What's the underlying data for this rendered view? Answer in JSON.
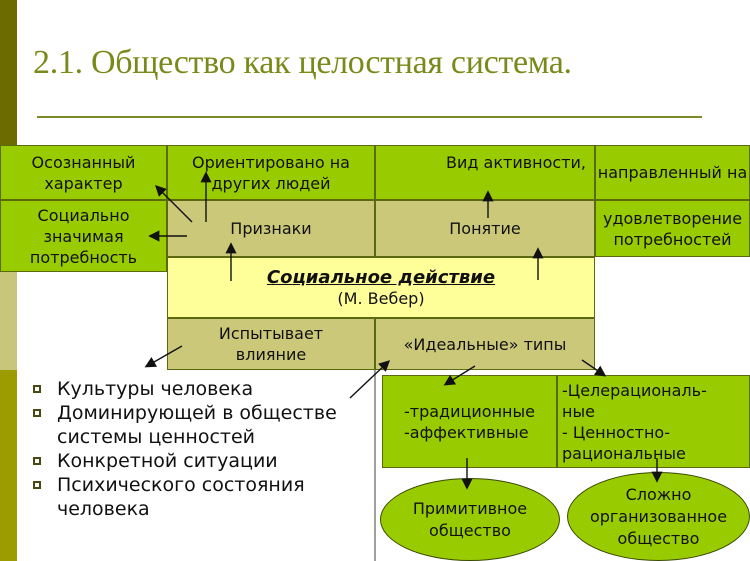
{
  "slide": {
    "title": "2.1. Общество как целостная система.",
    "colors": {
      "green": "#99cc00",
      "khaki": "#cbc87a",
      "yellow": "#ffff99",
      "title": "#7a8a1a",
      "sidebar_dark": "#6b6b00",
      "sidebar_olive": "#9c9c00"
    }
  },
  "diagram": {
    "top_row": {
      "conscious": "Осознанный характер",
      "oriented": "Ориентировано на других людей",
      "activity": "Вид активности,",
      "directed": "направленный на"
    },
    "second_row": {
      "significant_need": "Социально значимая потребность",
      "features": "Признаки",
      "concept": "Понятие",
      "satisfaction": "удовлетворение потребностей"
    },
    "core": {
      "title": "Социальное действие",
      "author": "(М. Вебер)"
    },
    "bottom_row": {
      "influenced": "Испытывает влияние",
      "ideal_types": "«Идеальные» типы"
    },
    "influences": [
      "Культуры человека",
      "Доминирующей в обществе системы ценностей",
      "Конкретной ситуации",
      "Психического состояния человека"
    ],
    "types": {
      "left": "-традиционные\n-аффективные",
      "right": "-Целерациональ-\nные\n- Ценностно-\nрациональные"
    },
    "societies": {
      "primitive": "Примитивное общество",
      "complex": "Сложно организованное общество"
    }
  }
}
